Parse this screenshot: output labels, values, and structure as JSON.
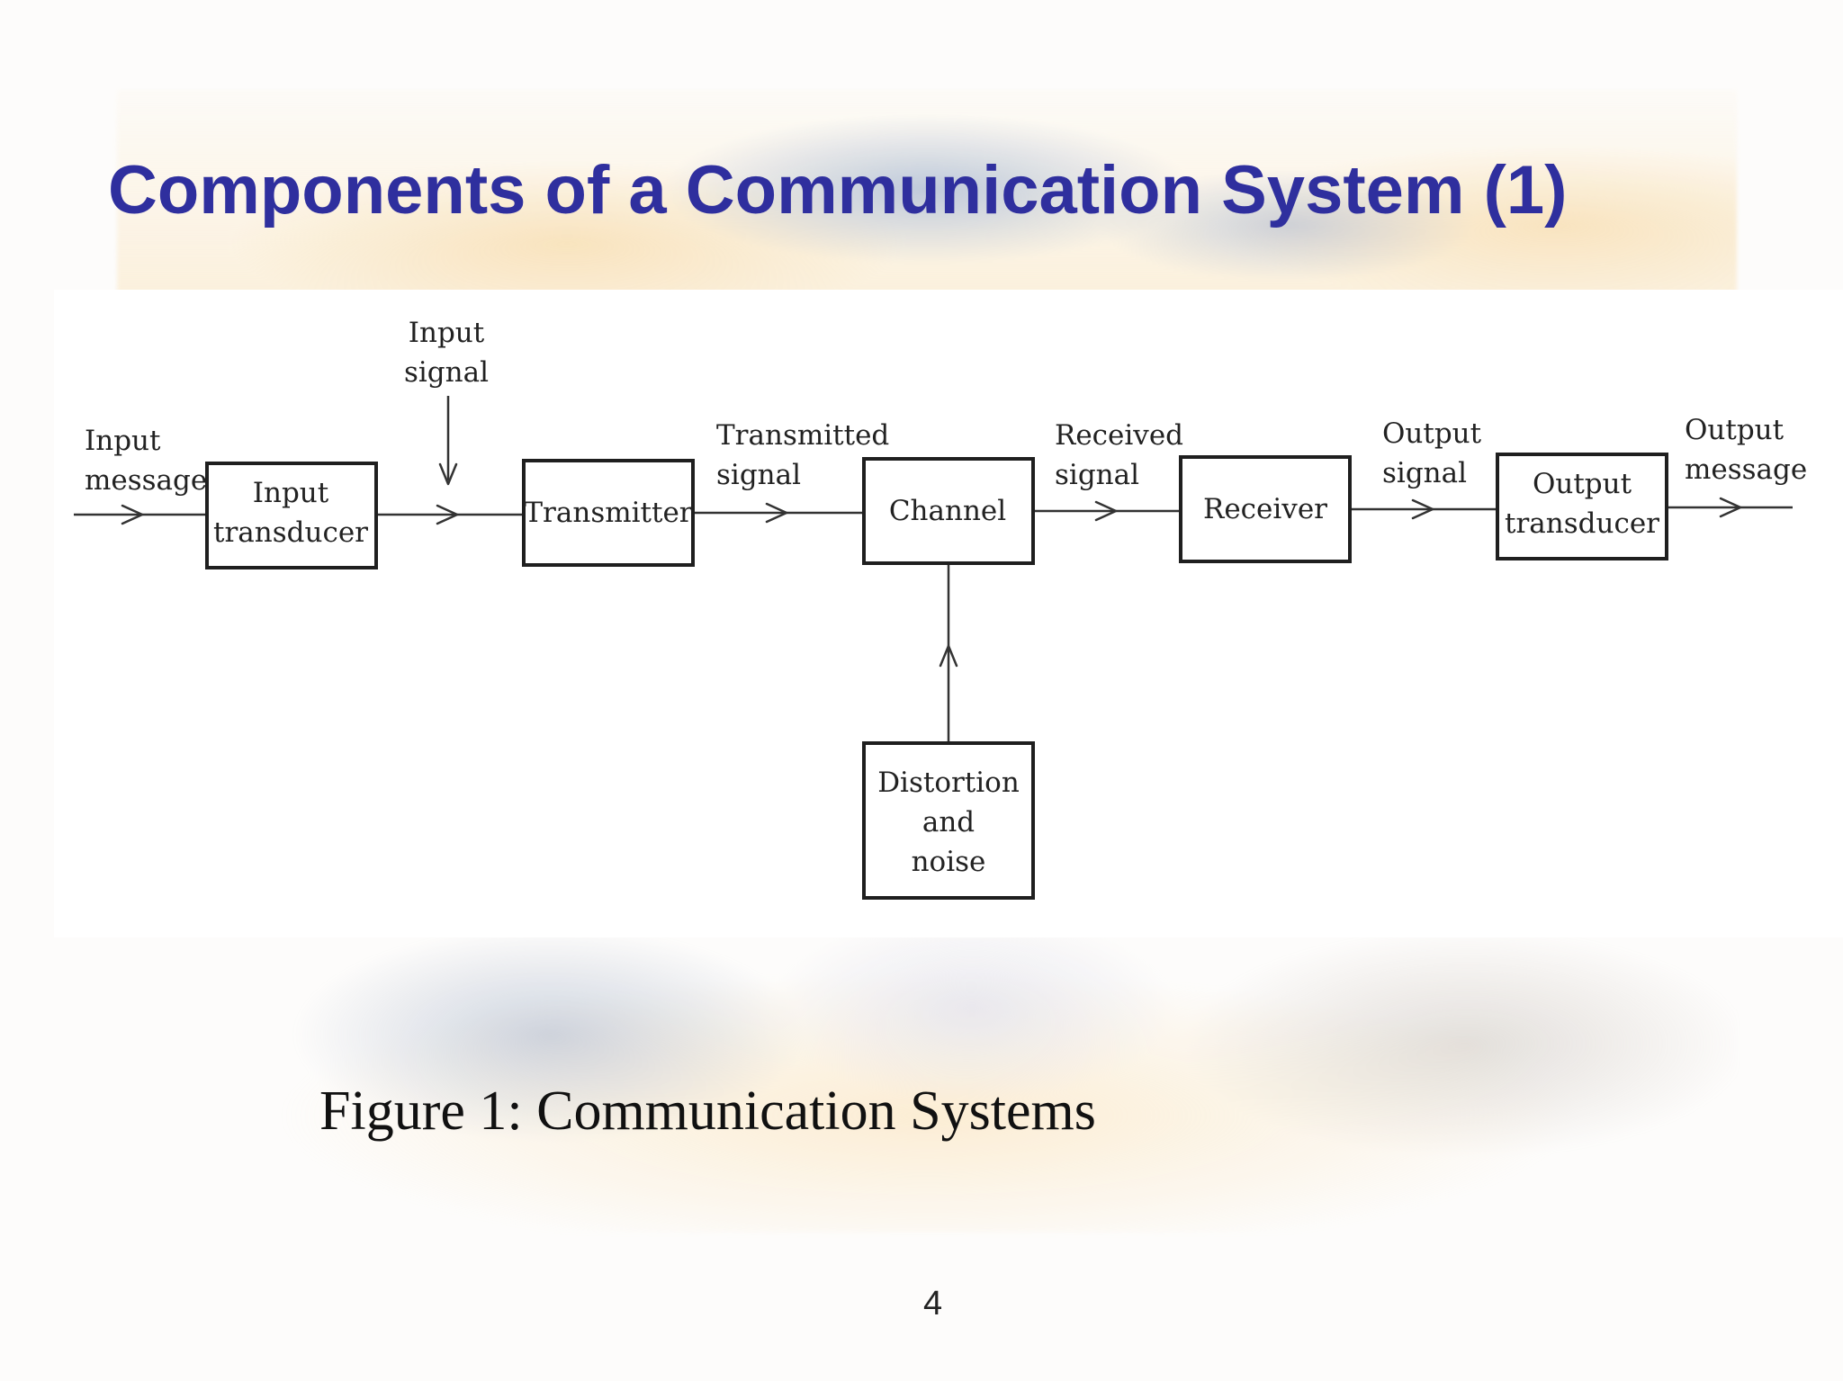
{
  "slide": {
    "title": "Components of a Communication System (1)",
    "caption": "Figure 1: Communication Systems",
    "page_number": "4",
    "title_color": "#2f2f9e"
  },
  "diagram": {
    "blocks": {
      "input_transducer": [
        "Input",
        "transducer"
      ],
      "transmitter": [
        "Transmitter"
      ],
      "channel": [
        "Channel"
      ],
      "receiver": [
        "Receiver"
      ],
      "output_transducer": [
        "Output",
        "transducer"
      ],
      "distortion_noise": [
        "Distortion",
        "and",
        "noise"
      ]
    },
    "signals": {
      "input_message": [
        "Input",
        "message"
      ],
      "input_signal": [
        "Input",
        "signal"
      ],
      "transmitted_signal": [
        "Transmitted",
        "signal"
      ],
      "received_signal": [
        "Received",
        "signal"
      ],
      "output_signal": [
        "Output",
        "signal"
      ],
      "output_message": [
        "Output",
        "message"
      ]
    }
  }
}
